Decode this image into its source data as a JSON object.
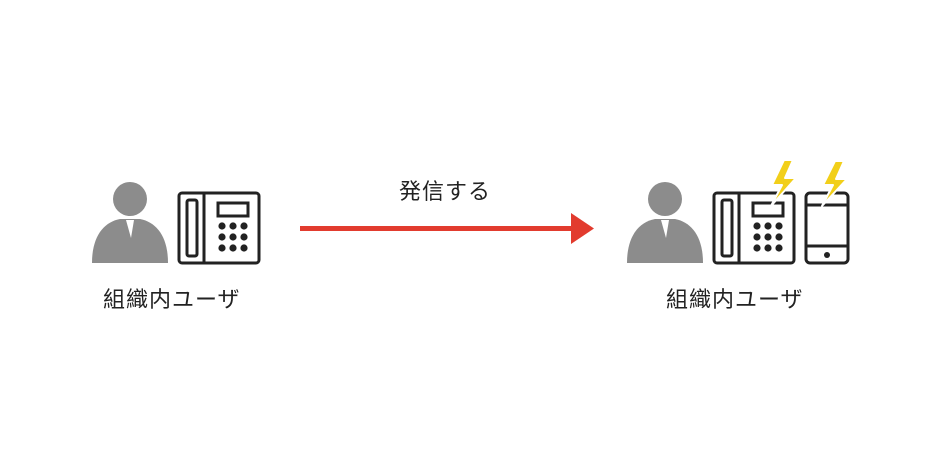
{
  "left_node": {
    "label": "組織内ユーザ"
  },
  "arrow": {
    "label": "発信する"
  },
  "right_node": {
    "label": "組織内ユーザ"
  },
  "colors": {
    "person": "#8c8c8c",
    "device_stroke": "#222222",
    "arrow": "#e23b2e",
    "lightning": "#f2cf1a"
  },
  "icons": [
    "person-icon",
    "desk-phone-icon",
    "mobile-phone-icon",
    "lightning-icon",
    "arrow-icon"
  ]
}
